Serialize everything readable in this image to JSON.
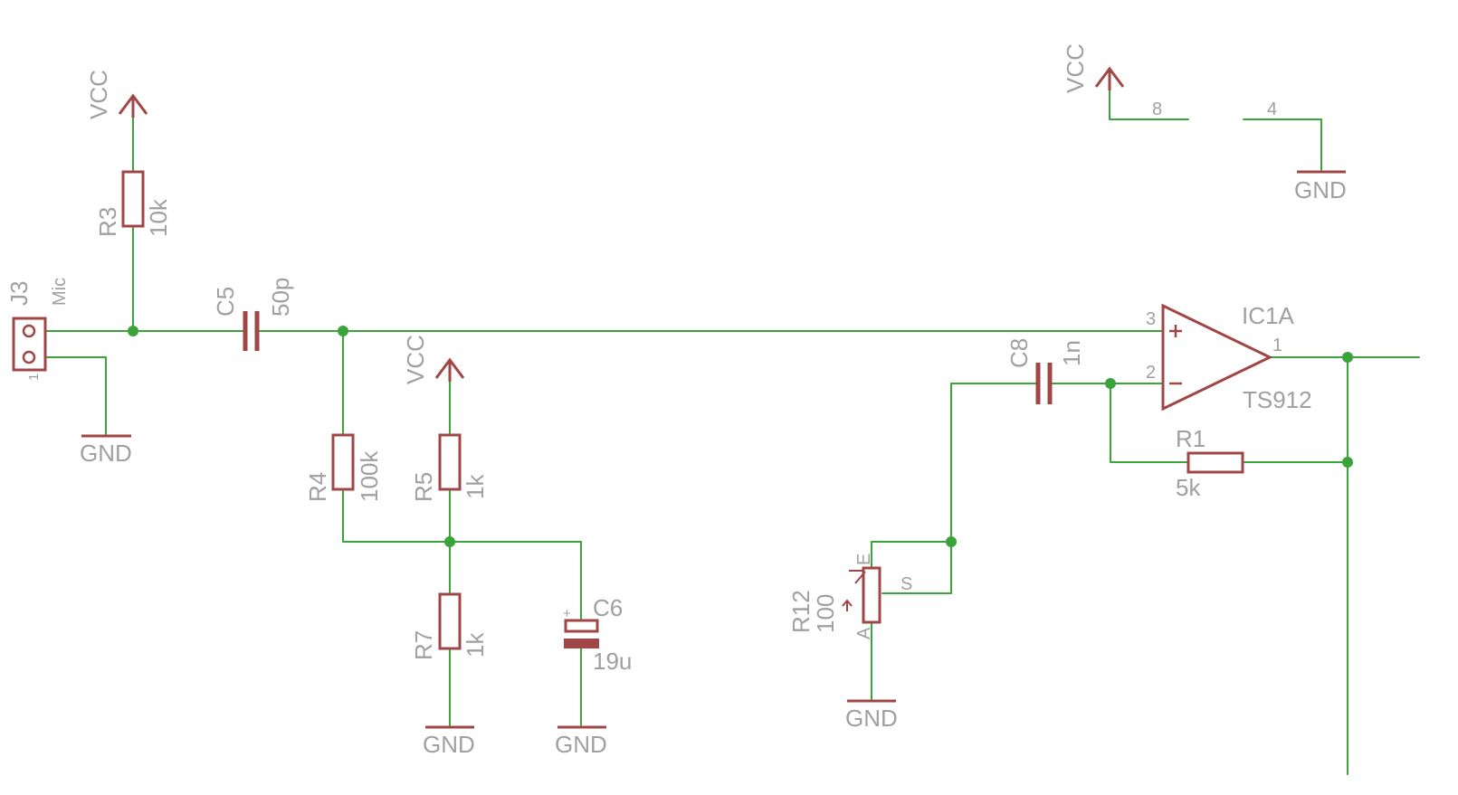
{
  "colors": {
    "wire": "#3aa33a",
    "symbol": "#a04646",
    "label": "#a0a0a0",
    "background": "#ffffff"
  },
  "labels": {
    "vcc": "VCC",
    "gnd": "GND",
    "j3": "J3",
    "mic": "Mic",
    "j3_pin1": "1",
    "r3": "R3",
    "r3_val": "10k",
    "c5": "C5",
    "c5_val": "50p",
    "r4": "R4",
    "r4_val": "100k",
    "r5": "R5",
    "r5_val": "1k",
    "r7": "R7",
    "r7_val": "1k",
    "c6": "C6",
    "c6_val": "19u",
    "c6_plus": "+",
    "c8": "C8",
    "c8_val": "1n",
    "r12": "R12",
    "r12_val": "100",
    "pot_e": "E",
    "pot_a": "A",
    "pot_s": "S",
    "r1": "R1",
    "r1_val": "5k",
    "ic1a": "IC1A",
    "ts912": "TS912",
    "pin3": "3",
    "pin2": "2",
    "pin1": "1",
    "pin8": "8",
    "pin4": "4",
    "plus_sign": "+",
    "minus_sign": "−"
  }
}
